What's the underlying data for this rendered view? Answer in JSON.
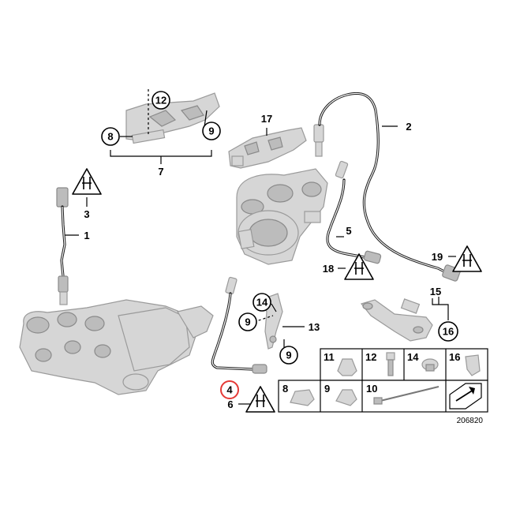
{
  "callouts": {
    "c1": "1",
    "c2": "2",
    "c3": "3",
    "c4": "4",
    "c5": "5",
    "c6": "6",
    "c7": "7",
    "c8": "8",
    "c9": "9",
    "c12": "12",
    "c13": "13",
    "c14": "14",
    "c15": "15",
    "c16": "16",
    "c17": "17",
    "c18": "18",
    "c19": "19",
    "c9b": "9",
    "c9c": "9"
  },
  "legend": {
    "cells": [
      "11",
      "12",
      "14",
      "16",
      "8",
      "9",
      "10"
    ]
  },
  "diagram_ref": "206820",
  "highlight_color": "#e53935"
}
